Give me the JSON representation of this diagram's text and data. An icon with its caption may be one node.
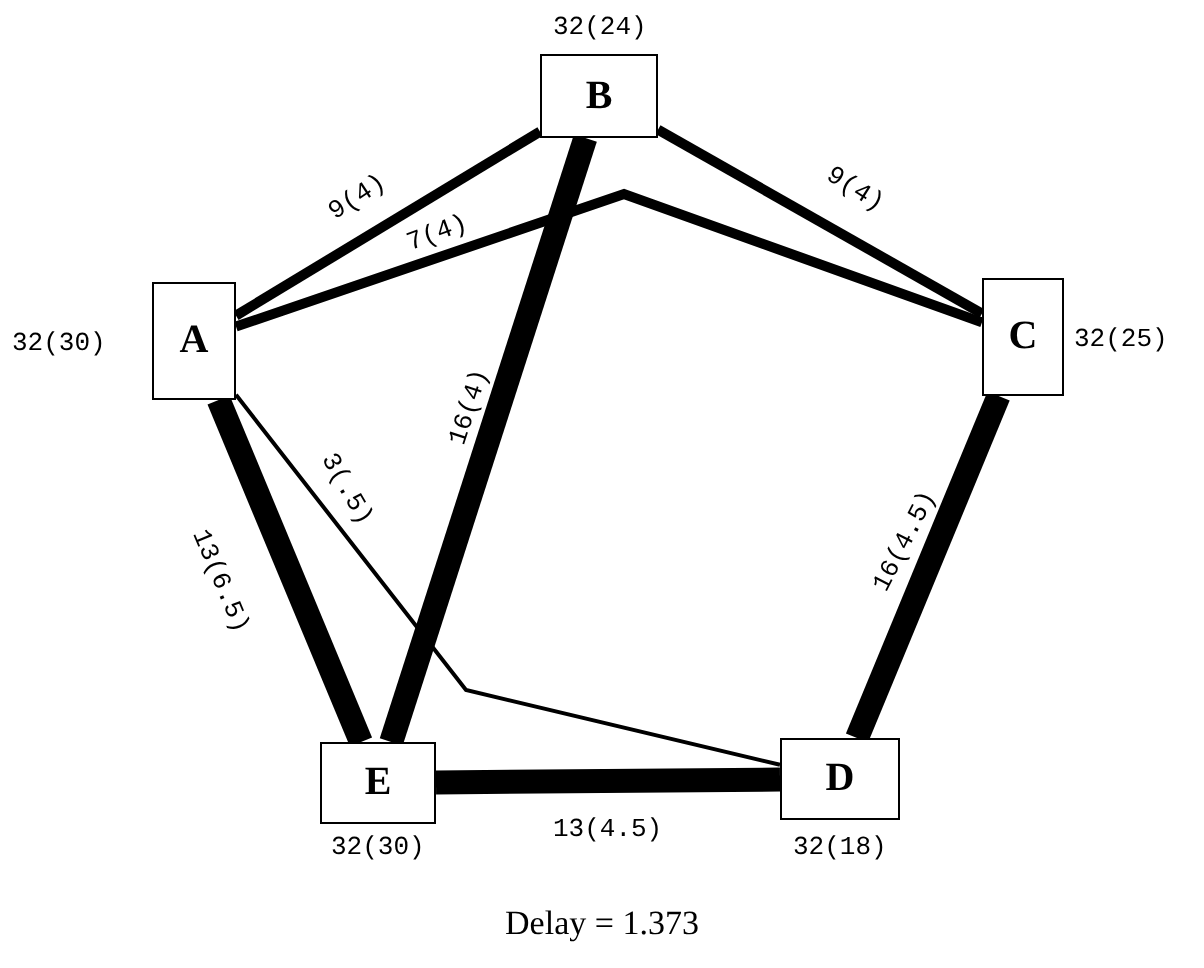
{
  "diagram": {
    "caption": "Delay = 1.373",
    "nodes": [
      {
        "text": [
          "A"
        ],
        "beside": [
          "32(30)"
        ]
      },
      {
        "text": [
          "B"
        ],
        "beside": [
          "32(24)"
        ]
      },
      {
        "text": [
          "C"
        ],
        "beside": [
          "32(25)"
        ]
      },
      {
        "text": [
          "E"
        ],
        "beside": [
          "32(30)"
        ]
      },
      {
        "text": [
          "D"
        ],
        "beside": [
          "32(18)"
        ]
      }
    ],
    "edges": [
      {
        "from": 0,
        "to": 1,
        "arrow": "none",
        "label": "9(4)"
      },
      {
        "from": 0,
        "to": 2,
        "arrow": "none",
        "label": "7(4)"
      },
      {
        "from": 1,
        "to": 2,
        "arrow": "none",
        "label": "9(4)"
      },
      {
        "from": 0,
        "to": 3,
        "arrow": "none",
        "label": "13(6.5)",
        "style": "thick"
      },
      {
        "from": 1,
        "to": 3,
        "arrow": "none",
        "label": "16(4)",
        "style": "thick"
      },
      {
        "from": 0,
        "to": 4,
        "arrow": "none",
        "label": "3(.5)"
      },
      {
        "from": 2,
        "to": 4,
        "arrow": "none",
        "label": "16(4.5)",
        "style": "thick"
      },
      {
        "from": 3,
        "to": 4,
        "arrow": "none",
        "label": "13(4.5)",
        "style": "thick"
      }
    ]
  }
}
